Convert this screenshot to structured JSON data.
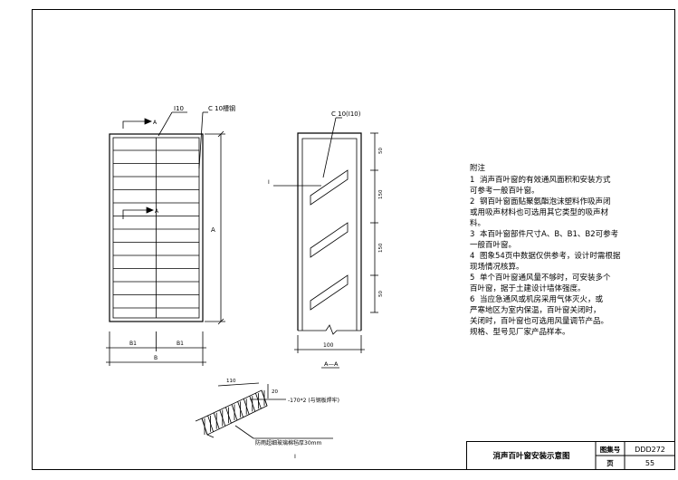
{
  "elevation": {
    "label_i10": "I10",
    "label_c10": "C 10槽钢",
    "section_mark_a": "A",
    "height_label": "A",
    "dim_b1_left": "B1",
    "dim_b1_right": "B1",
    "dim_b": "B"
  },
  "section": {
    "label_c10": "C 10(I10)",
    "label_i": "I",
    "dims": [
      "50",
      "150",
      "150",
      "50"
    ],
    "dim_width": "100",
    "title": "A—A"
  },
  "detail": {
    "dim_slope": "110",
    "dim_small": "20",
    "dim_spec": "-170*2 (与钢板焊牢)",
    "note_fill": "防雨超细玻璃棉毡厚30mm",
    "title": "I"
  },
  "notes": {
    "heading": "附注",
    "items": [
      {
        "num": "1",
        "lines": [
          "消声百叶窗的有效通风面积和安装方式",
          "可参考一般百叶窗。"
        ]
      },
      {
        "num": "2",
        "lines": [
          "钢百叶窗面贴聚氨酯泡沫塑料作吸声闭",
          "或用吸声材料也可选用其它类型的吸声材",
          "料。"
        ]
      },
      {
        "num": "3",
        "lines": [
          "本百叶窗部件尺寸A、B、B1、B2可参考",
          "一般百叶窗。"
        ]
      },
      {
        "num": "4",
        "lines": [
          "图象54页中数据仅供参考，设计时需根据",
          "现场情况核算。"
        ]
      },
      {
        "num": "5",
        "lines": [
          "单个百叶窗通风量不够时，可安装多个",
          "百叶窗，据于土建设计墙体强度。"
        ]
      },
      {
        "num": "6",
        "lines": [
          "当应急通风或机房采用气体灭火，或",
          "严寒地区为室内保温，百叶窗关闭时，",
          "关闭时，百叶窗也可选用风量调节产品。",
          "规格、型号见厂家产品样本。"
        ]
      }
    ]
  },
  "title_block": {
    "title": "消声百叶窗安装示意图",
    "atlas_label": "图集号",
    "atlas_no": "DDD272",
    "page_label": "页",
    "page_no": "55"
  }
}
